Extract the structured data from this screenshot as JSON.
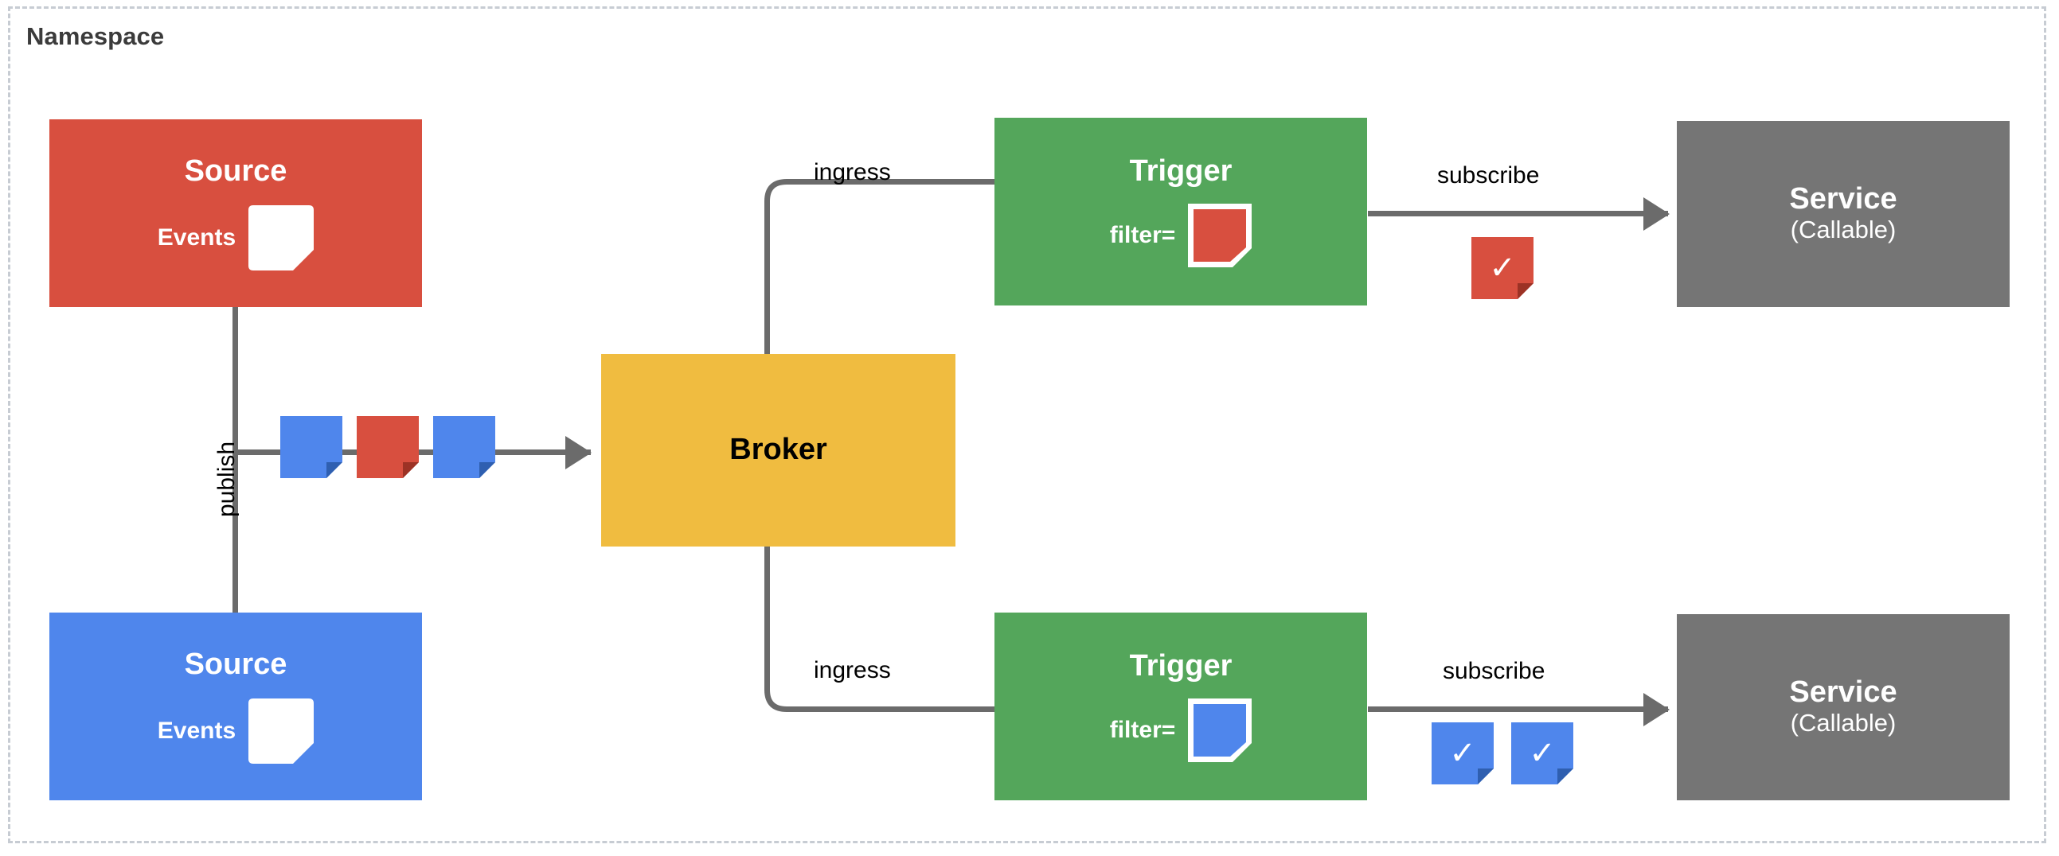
{
  "namespace": {
    "label": "Namespace"
  },
  "colors": {
    "red": "#d84f3f",
    "blue": "#4f86ec",
    "green": "#54a65b",
    "yellow": "#f0bc40",
    "gray": "#757575",
    "connector": "#6b6b6b",
    "frame": "#c7ccd3"
  },
  "nodes": {
    "source_red": {
      "title": "Source",
      "events_label": "Events",
      "event_icon": "event-card-white-icon",
      "color": "#d84f3f"
    },
    "source_blue": {
      "title": "Source",
      "events_label": "Events",
      "event_icon": "event-card-white-icon",
      "color": "#4f86ec"
    },
    "broker": {
      "title": "Broker",
      "color": "#f0bc40"
    },
    "trigger_top": {
      "title": "Trigger",
      "filter_label": "filter=",
      "filter_icon": "event-card-red-icon",
      "color": "#54a65b"
    },
    "trigger_bottom": {
      "title": "Trigger",
      "filter_label": "filter=",
      "filter_icon": "event-card-blue-icon",
      "color": "#54a65b"
    },
    "service_top": {
      "title": "Service",
      "subtitle": "(Callable)",
      "color": "#757575"
    },
    "service_bottom": {
      "title": "Service",
      "subtitle": "(Callable)",
      "color": "#757575"
    }
  },
  "edges": {
    "publish": "publish",
    "ingress_top": "ingress",
    "ingress_bottom": "ingress",
    "subscribe_top": "subscribe",
    "subscribe_bottom": "subscribe"
  },
  "event_stream": {
    "cards": [
      {
        "name": "event-card-blue",
        "color": "#4f86ec"
      },
      {
        "name": "event-card-red",
        "color": "#d84f3f"
      },
      {
        "name": "event-card-blue",
        "color": "#4f86ec"
      }
    ]
  },
  "delivered_top": {
    "cards": [
      {
        "name": "event-card-red-check",
        "color": "#d84f3f",
        "mark": "✓"
      }
    ]
  },
  "delivered_bottom": {
    "cards": [
      {
        "name": "event-card-blue-check",
        "color": "#4f86ec",
        "mark": "✓"
      },
      {
        "name": "event-card-blue-check",
        "color": "#4f86ec",
        "mark": "✓"
      }
    ]
  }
}
